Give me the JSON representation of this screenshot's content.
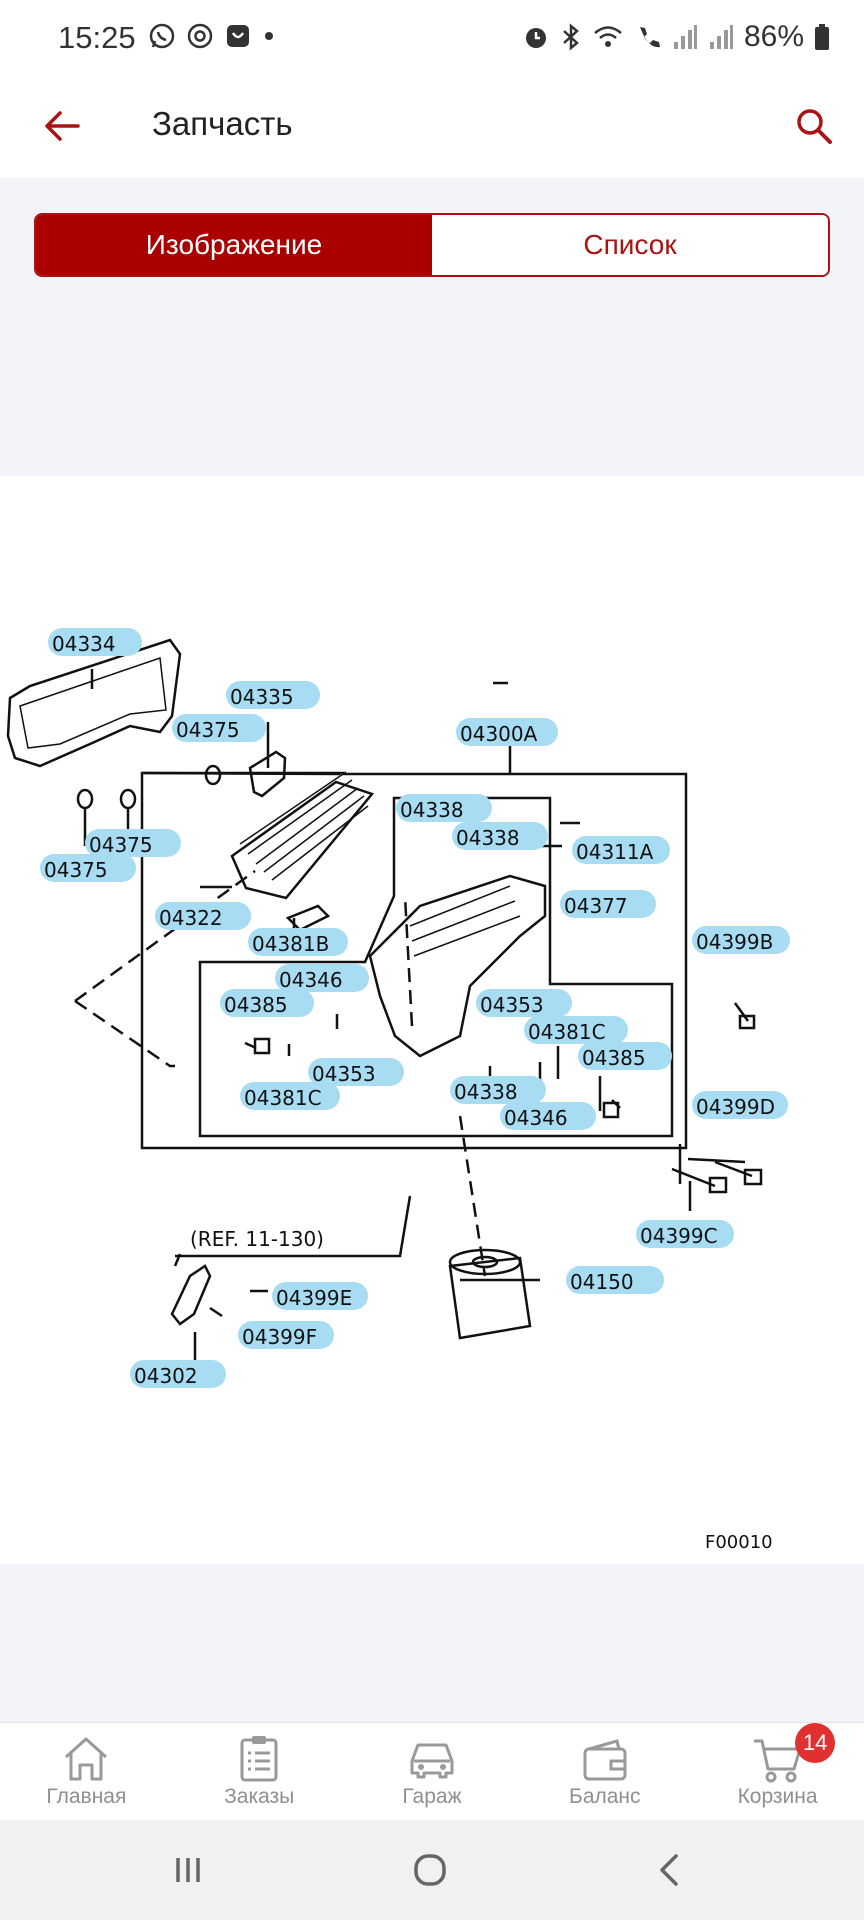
{
  "status_bar": {
    "time": "15:25",
    "battery": "86%"
  },
  "header": {
    "title": "Запчасть"
  },
  "tabs": [
    {
      "label": "Изображение",
      "active": true
    },
    {
      "label": "Список",
      "active": false
    }
  ],
  "diagram": {
    "labels": {
      "p04334": "04334",
      "p04335": "04335",
      "p04375a": "04375",
      "p04300a": "04300A",
      "p04375b": "04375",
      "p04375c": "04375",
      "p04338a": "04338",
      "p04338b": "04338",
      "p04311a": "04311A",
      "p04322": "04322",
      "p04381b": "04381B",
      "p04377": "04377",
      "p04346a": "04346",
      "p04399b": "04399B",
      "p04385a": "04385",
      "p04353a": "04353",
      "p04381ca": "04381C",
      "p04385b": "04385",
      "p04353b": "04353",
      "p04381cb": "04381C",
      "p04338c": "04338",
      "p04346b": "04346",
      "p04399d": "04399D",
      "p04399c": "04399C",
      "ref": "(REF. 11-130)",
      "p04150": "04150",
      "p04399e": "04399E",
      "p04399f": "04399F",
      "p04302": "04302",
      "code": "F00010"
    }
  },
  "bottom_nav": [
    {
      "label": "Главная",
      "icon": "home-icon"
    },
    {
      "label": "Заказы",
      "icon": "orders-icon"
    },
    {
      "label": "Гараж",
      "icon": "car-icon"
    },
    {
      "label": "Баланс",
      "icon": "wallet-icon"
    },
    {
      "label": "Корзина",
      "icon": "cart-icon",
      "badge": "14"
    }
  ],
  "colors": {
    "accent": "#ab0000",
    "label_highlight": "#a8dcf3",
    "panel_bg": "#f3f4fa"
  }
}
